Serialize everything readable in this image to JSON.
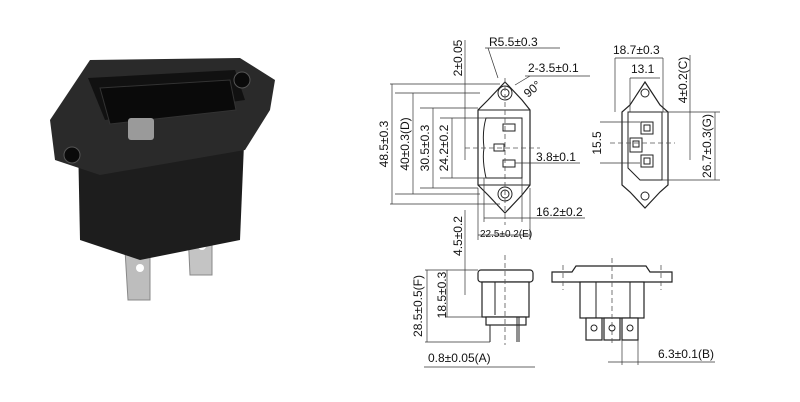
{
  "product_photo": {
    "description_icon": "iec-c14-inlet-socket"
  },
  "drawing": {
    "front_view": {
      "radius": "R5.5±0.3",
      "holes": "2-3.5±0.1",
      "angle": "90°",
      "flange_thickness": "2±0.05",
      "overall_height": "48.5±0.3",
      "hole_spacing": "40±0.3(D)",
      "body_height": "30.5±0.3",
      "cavity_height": "24.2±0.2",
      "pin_offset": "3.8±0.1",
      "cavity_width": "16.2±0.2",
      "body_width": "22.5±0.2(E)",
      "depth_offset": "4.5±0.2"
    },
    "rear_view": {
      "pin_spacing": "15.5",
      "outer_width": "18.7±0.3",
      "inner_width": "13.1",
      "offset": "4±0.2(C)",
      "cutout_height": "26.7±0.3(G)"
    },
    "side_view": {
      "total_depth": "28.5±0.5(F)",
      "body_depth": "18.5±0.3",
      "terminal_thickness": "0.8±0.05(A)"
    },
    "bottom_view": {
      "terminal_width": "6.3±0.1(B)"
    }
  }
}
